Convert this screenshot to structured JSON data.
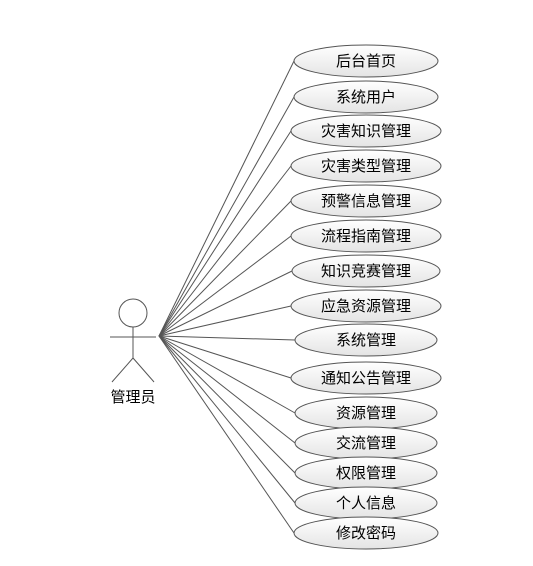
{
  "actor": {
    "name": "管理员",
    "icon": "stick-figure-icon"
  },
  "use_cases": [
    {
      "id": "dashboard",
      "label": "后台首页"
    },
    {
      "id": "system-users",
      "label": "系统用户"
    },
    {
      "id": "disaster-knowledge",
      "label": "灾害知识管理"
    },
    {
      "id": "disaster-types",
      "label": "灾害类型管理"
    },
    {
      "id": "warning-info",
      "label": "预警信息管理"
    },
    {
      "id": "process-guide",
      "label": "流程指南管理"
    },
    {
      "id": "knowledge-contest",
      "label": "知识竞赛管理"
    },
    {
      "id": "emergency-resources",
      "label": "应急资源管理"
    },
    {
      "id": "system-management",
      "label": "系统管理"
    },
    {
      "id": "notices",
      "label": "通知公告管理"
    },
    {
      "id": "resources",
      "label": "资源管理"
    },
    {
      "id": "communication",
      "label": "交流管理"
    },
    {
      "id": "permissions",
      "label": "权限管理"
    },
    {
      "id": "personal-info",
      "label": "个人信息"
    },
    {
      "id": "change-password",
      "label": "修改密码"
    }
  ],
  "colors": {
    "stroke": "#555555",
    "fill_top": "#ffffff",
    "fill_bottom": "#e4e4e4",
    "text": "#000000"
  }
}
